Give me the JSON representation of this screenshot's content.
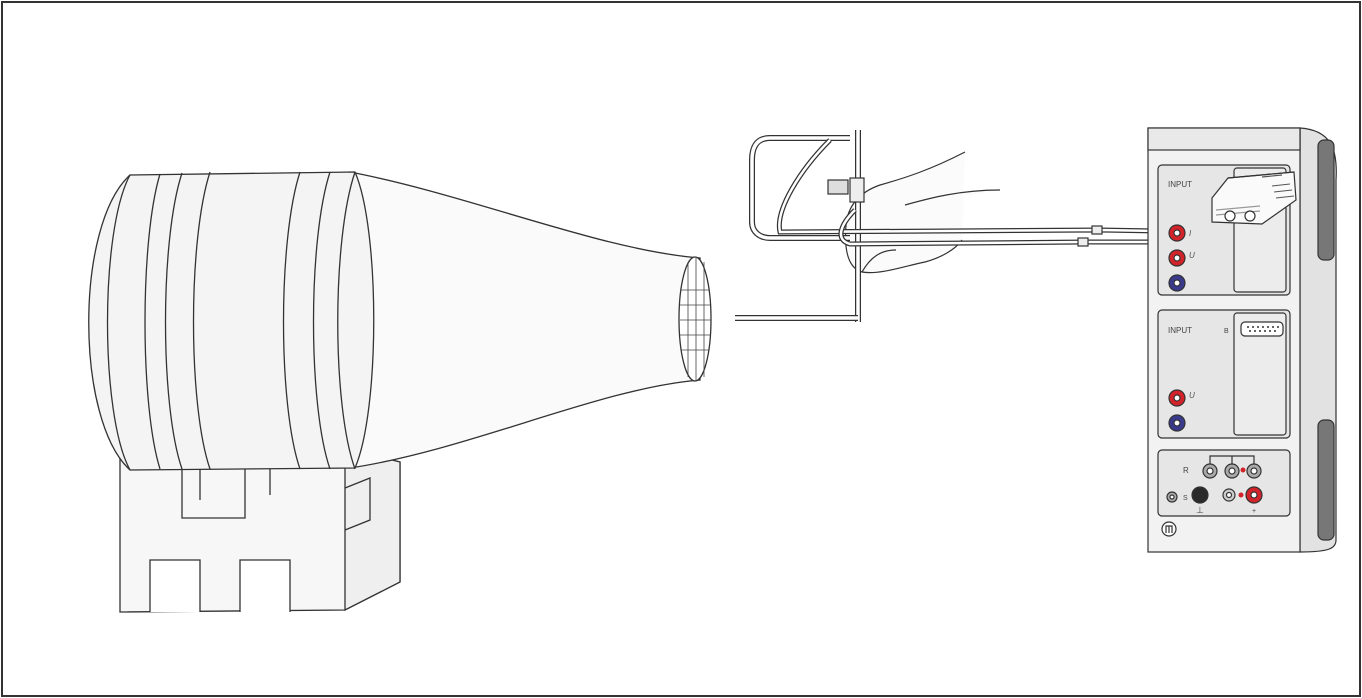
{
  "sensor_unit": {
    "panel_a": {
      "input_label": "INPUT",
      "letter": "",
      "i_label": "I",
      "u_label": "U",
      "u_rating": "",
      "cat_rating": ""
    },
    "panel_b": {
      "input_label": "INPUT",
      "letter": "B",
      "u_label": "U",
      "u_rating": "",
      "cat_rating": ""
    },
    "bottom": {
      "r_label": "R",
      "s_label": "S",
      "ground_symbol": "⊥",
      "plus_symbol": "+",
      "supply_label": "",
      "range_label": "",
      "code": "",
      "model": ""
    }
  },
  "colors": {
    "red_socket": "#d2232a",
    "blue_socket": "#3a3a8c",
    "outline": "#333333",
    "panel": "#e6e6e6",
    "housing": "#f2f2f2"
  }
}
